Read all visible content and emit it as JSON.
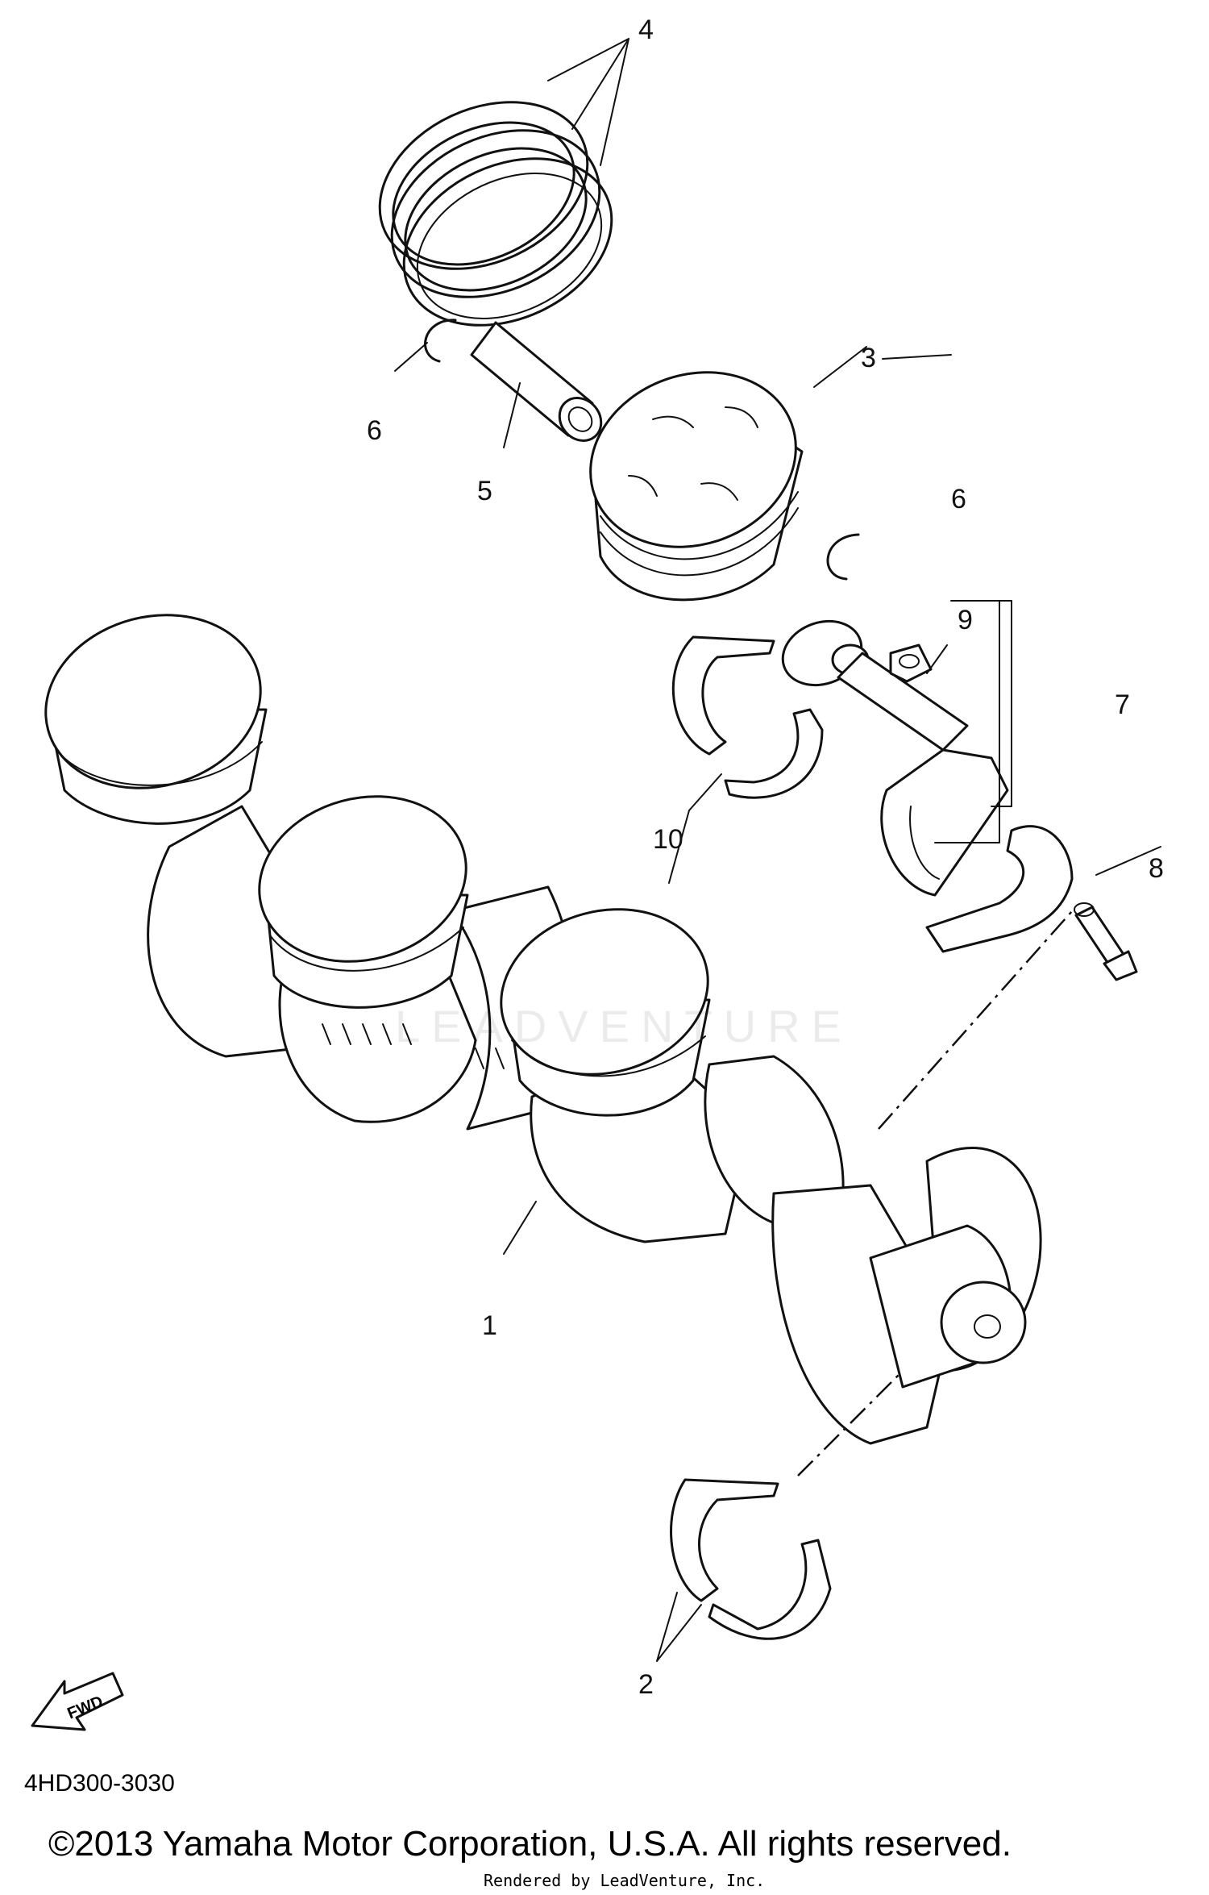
{
  "callouts": {
    "c1": "1",
    "c2": "2",
    "c3": "3",
    "c4": "4",
    "c5": "5",
    "c6a": "6",
    "c6b": "6",
    "c7": "7",
    "c8": "8",
    "c9": "9",
    "c10": "10"
  },
  "fwd_label": "FWD",
  "part_code": "4HD300-3030",
  "copyright": "©2013 Yamaha Motor Corporation, U.S.A. All rights reserved.",
  "render_credit": "Rendered by LeadVenture, Inc.",
  "watermark": "LEADVENTURE",
  "colors": {
    "line": "#111111",
    "background": "#ffffff"
  }
}
